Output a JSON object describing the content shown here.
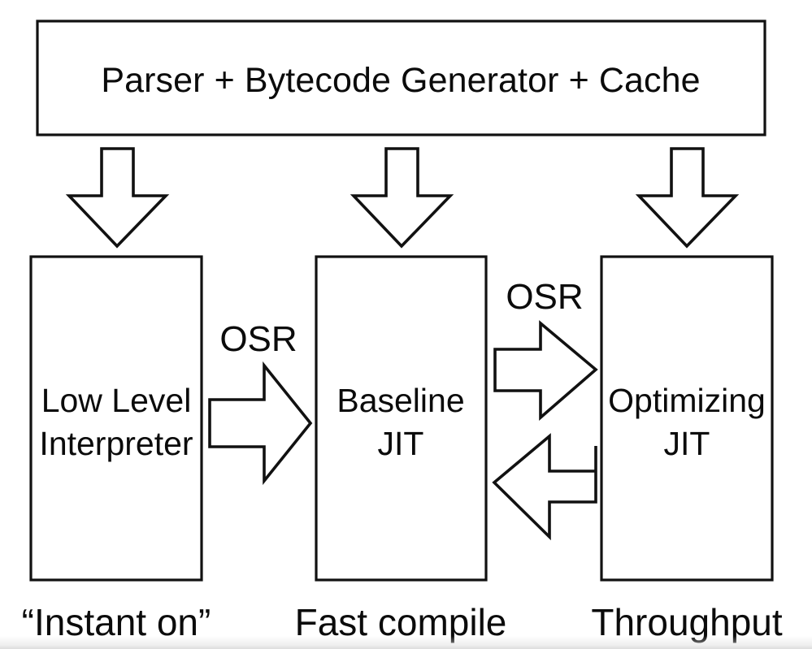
{
  "diagram": {
    "title_box": {
      "label": "Parser + Bytecode Generator + Cache"
    },
    "tiers": [
      {
        "name": "low-level-interpreter",
        "line1": "Low Level",
        "line2": "Interpreter",
        "caption": "“Instant on”"
      },
      {
        "name": "baseline-jit",
        "line1": "Baseline",
        "line2": "JIT",
        "caption": "Fast compile"
      },
      {
        "name": "optimizing-jit",
        "line1": "Optimizing",
        "line2": "JIT",
        "caption": "Throughput"
      }
    ],
    "transitions": [
      {
        "name": "osr-interpreter-to-baseline",
        "label": "OSR",
        "direction": "right"
      },
      {
        "name": "osr-baseline-to-optimizing",
        "label": "OSR",
        "direction": "right"
      },
      {
        "name": "bailout-optimizing-to-baseline",
        "label": "",
        "direction": "left"
      }
    ],
    "entry_arrows": [
      {
        "name": "entry-arrow-interpreter",
        "direction": "down"
      },
      {
        "name": "entry-arrow-baseline",
        "direction": "down"
      },
      {
        "name": "entry-arrow-optimizing",
        "direction": "down"
      }
    ],
    "colors": {
      "stroke": "#111111",
      "fill": "#ffffff",
      "text": "#0b0b0b",
      "background": "#ffffff"
    }
  }
}
